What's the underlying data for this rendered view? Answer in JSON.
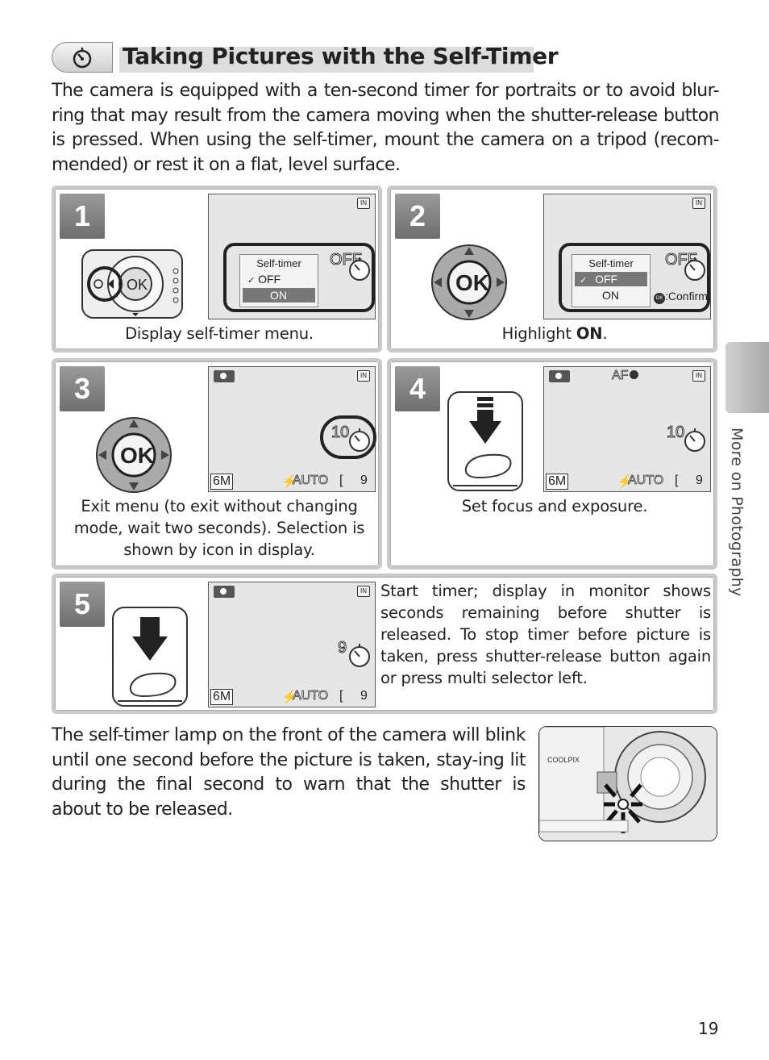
{
  "header": {
    "icon": "self-timer-icon",
    "title": "Taking Pictures with the Self-Timer"
  },
  "intro": "The camera is equipped with a ten-second timer for portraits or to avoid blur-ring that may result from the camera moving when the shutter-release button is pressed.  When using the self-timer, mount the camera on a tripod (recom-mended) or rest it on a flat, level surface.",
  "steps": [
    {
      "number": "1",
      "caption": "Display self-timer menu.",
      "menu": {
        "title": "Self-timer",
        "items": [
          "OFF",
          "ON"
        ],
        "checked": "OFF",
        "highlighted": "ON",
        "status": "OFF"
      }
    },
    {
      "number": "2",
      "caption_prefix": "Highlight ",
      "caption_bold": "ON",
      "caption_suffix": ".",
      "menu": {
        "title": "Self-timer",
        "items": [
          "OFF",
          "ON"
        ],
        "checked": "OFF",
        "highlighted": "OFF",
        "status": "OFF",
        "confirm": ":Confirm",
        "confirm_key": "OK"
      }
    },
    {
      "number": "3",
      "caption": "Exit menu (to exit without changing mode, wait two seconds).  Selection is shown by icon in display.",
      "screen": {
        "timer": "10",
        "image_mode": "6M",
        "flash": "AUTO",
        "frames": "9"
      }
    },
    {
      "number": "4",
      "caption": "Set focus and exposure.",
      "screen": {
        "af": "AF",
        "timer": "10",
        "image_mode": "6M",
        "flash": "AUTO",
        "frames": "9"
      }
    },
    {
      "number": "5",
      "text": "Start timer; display in monitor shows seconds remaining before shutter is released.  To stop timer before picture is taken, press shutter-release button again or press multi selector left.",
      "screen": {
        "timer": "9",
        "image_mode": "6M",
        "flash": "AUTO",
        "frames": "9"
      }
    }
  ],
  "ok_label": "OK",
  "bottom_text": "The self-timer lamp on the front of the camera will blink until one second before the picture is taken, stay-ing lit during the final second to warn that the shutter is about to be released.",
  "camera_brand": "COOLPIX",
  "side_label": "More on Photography",
  "page_number": "19",
  "colors": {
    "panel_border": "#c9c9c9",
    "step_badge": "#7a7a7a",
    "screen_bg": "#e6e6e6",
    "highlight": "#777777"
  }
}
